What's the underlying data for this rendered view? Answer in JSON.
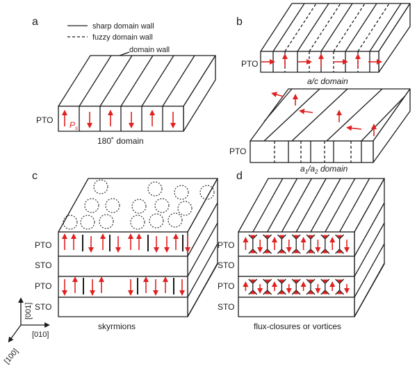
{
  "legend": {
    "sharp": "sharp domain wall",
    "fuzzy": "fuzzy domain wall"
  },
  "panels": {
    "a": {
      "letter": "a",
      "annotation": "domain wall",
      "layer": "PTO",
      "ps_label": "P",
      "ps_sub": "s",
      "caption": "180˚  domain"
    },
    "b": {
      "letter": "b",
      "layer_top": "PTO",
      "caption_top": "a/c domain",
      "layer_bottom": "PTO",
      "caption_bottom_a1": "a",
      "sub1": "1",
      "slash": "/a",
      "sub2": "2",
      "caption_bottom_rest": " domain"
    },
    "c": {
      "letter": "c",
      "layers": [
        "PTO",
        "STO",
        "PTO",
        "STO"
      ],
      "caption": "skyrmions"
    },
    "d": {
      "letter": "d",
      "layers": [
        "PTO",
        "STO",
        "PTO",
        "STO"
      ],
      "caption": "flux-closures or vortices"
    }
  },
  "axes": {
    "z": "[001]",
    "x": "[010]",
    "y": "[100]"
  },
  "colors": {
    "arrow": "#e02020",
    "line": "#1a1a1a"
  }
}
